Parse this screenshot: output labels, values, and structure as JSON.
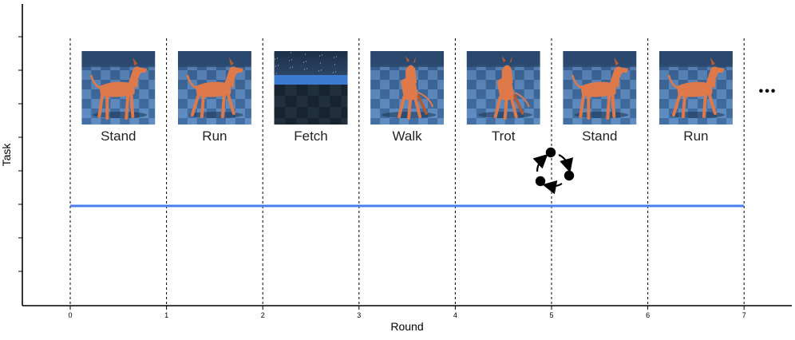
{
  "axes": {
    "xlabel": "Round",
    "ylabel": "Task",
    "x_ticks": [
      "0",
      "1",
      "2",
      "3",
      "4",
      "5",
      "6",
      "7"
    ]
  },
  "tasks": [
    {
      "label": "Stand",
      "scene": "dog-standing"
    },
    {
      "label": "Run",
      "scene": "dog-running"
    },
    {
      "label": "Fetch",
      "scene": "fetch-arena"
    },
    {
      "label": "Walk",
      "scene": "dog-walking"
    },
    {
      "label": "Trot",
      "scene": "dog-trotting"
    },
    {
      "label": "Stand",
      "scene": "dog-standing"
    },
    {
      "label": "Run",
      "scene": "dog-running"
    }
  ],
  "ellipsis": "•••",
  "cycle_icon": "cycle-arrows-icon",
  "timeline_color": "#4a7ef0"
}
